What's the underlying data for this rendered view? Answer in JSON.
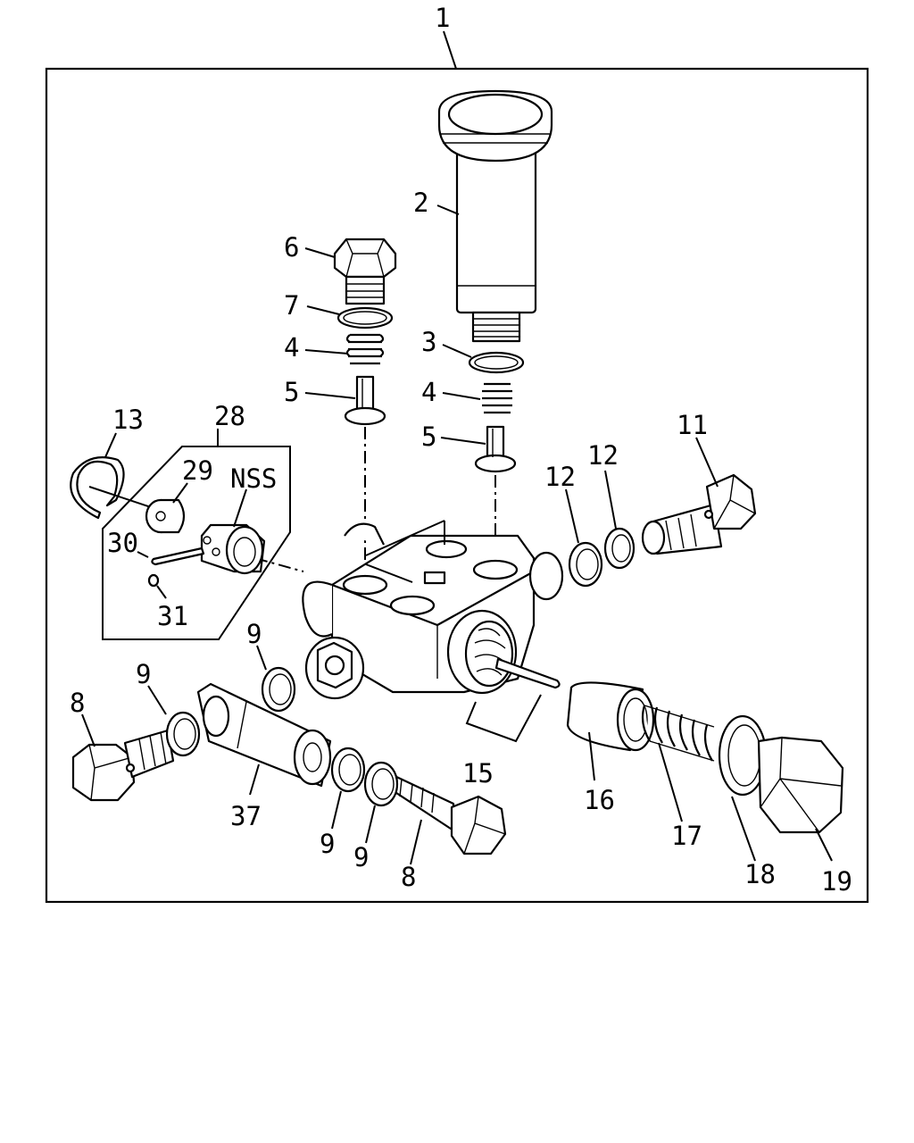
{
  "labels": {
    "l1": "1",
    "l2": "2",
    "l3": "3",
    "l4a": "4",
    "l4b": "4",
    "l5a": "5",
    "l5b": "5",
    "l6": "6",
    "l7": "7",
    "l8a": "8",
    "l8b": "8",
    "l9a": "9",
    "l9b": "9",
    "l9c": "9",
    "l9d": "9",
    "l11": "11",
    "l12a": "12",
    "l12b": "12",
    "l13": "13",
    "l15": "15",
    "l16": "16",
    "l17": "17",
    "l18": "18",
    "l19": "19",
    "l28": "28",
    "l29": "29",
    "l30": "30",
    "l31": "31",
    "l37": "37",
    "nss": "NSS"
  }
}
